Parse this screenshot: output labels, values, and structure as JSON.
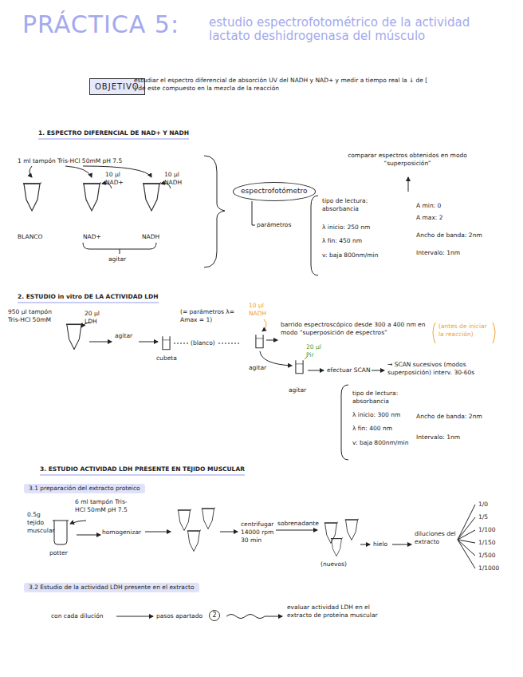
{
  "diagram": {
    "title": "PRÁCTICA 5:",
    "nodes": [
      {
        "text": [
          "OBJETIVO"
        ]
      },
      {
        "text": [
          "espectrofotómetro"
        ]
      },
      {
        "text": [
          "3.1 preparación del extracto proteico"
        ]
      },
      {
        "text": [
          "3.2 Estudio de la actividad LDH presente en el extracto"
        ]
      },
      {
        "text": [
          "2"
        ]
      }
    ],
    "labels": [
      "estudio espectrofotométrico de la actividad lactato deshidrogenasa del músculo",
      "estudiar el espectro diferencial de absorción UV del NADH y NAD+ y medir a tiempo real la ↓ de [ ] de este compuesto en la mezcla de la reacción",
      "1. ESPECTRO DIFERENCIAL DE NAD+ Y NADH",
      "1 ml tampón Tris-HCl 50mM pH 7.5",
      "10 μl NAD+",
      "10 μl NADH",
      "BLANCO",
      "NAD+",
      "NADH",
      "agitar",
      "comparar espectros obtenidos en modo “superposición”",
      "parámetros",
      "tipo de lectura: absorbancia",
      "λ inicio: 250 nm",
      "λ fin: 450 nm",
      "v: baja 800nm/min",
      "A min: 0",
      "A max: 2",
      "Ancho de banda: 2nm",
      "Intervalo: 1nm",
      "2. ESTUDIO in vitro DE LA ACTIVIDAD LDH",
      "950 μl tampón Tris-HCl 50mM",
      "20 μl LDH",
      "agitar",
      "(= parámetros λ= Amax = 1)",
      "(blanco)",
      "cubeta",
      "10 μl NADH",
      "agitar",
      "barrido espectroscópico desde 300 a 400 nm en modo “superposición de espectros”",
      "(antes de iniciar la reacción)",
      "20 μl Pir",
      "agitar",
      "efectuar SCAN",
      "→ SCAN sucesivos (modos superposición) interv. 30-60s",
      "tipo de lectura: absorbancia",
      "λ inicio: 300 nm",
      "λ fin: 400 nm",
      "v: baja 800nm/min",
      "Ancho de banda: 2nm",
      "Intervalo: 1nm",
      "3. ESTUDIO ACTIVIDAD LDH PRESENTE EN TEJIDO MUSCULAR",
      "0.5g tejido muscular",
      "6 ml tampón Tris-HCl 50mM pH 7.5",
      "potter",
      "homogenizar",
      "centrifugar 14000 rpm 30 min",
      "sobrenadante",
      "(nuevos)",
      "hielo",
      "diluciones del extracto",
      "1/0",
      "1/5",
      "1/100",
      "1/150",
      "1/500",
      "1/1000",
      "con cada dilución",
      "pasos apartado",
      "evaluar actividad LDH en el extracto de proteína muscular"
    ]
  }
}
